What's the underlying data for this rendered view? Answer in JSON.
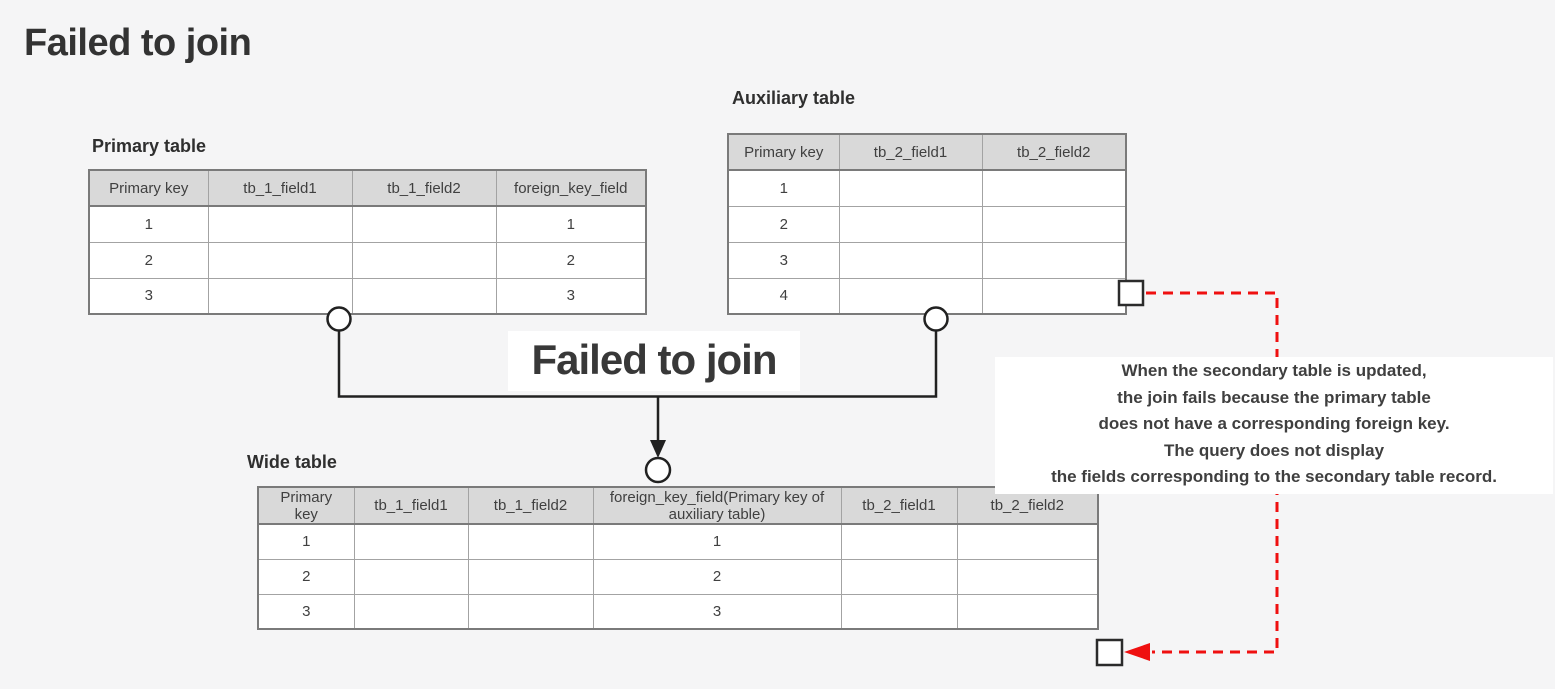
{
  "page": {
    "title": "Failed to join"
  },
  "center_label": {
    "text": "Failed to join"
  },
  "tables": {
    "primary": {
      "title": "Primary table",
      "headers": [
        "Primary key",
        "tb_1_field1",
        "tb_1_field2",
        "foreign_key_field"
      ],
      "rows": [
        [
          "1",
          "",
          "",
          "1"
        ],
        [
          "2",
          "",
          "",
          "2"
        ],
        [
          "3",
          "",
          "",
          "3"
        ]
      ]
    },
    "auxiliary": {
      "title": "Auxiliary table",
      "headers": [
        "Primary key",
        "tb_2_field1",
        "tb_2_field2"
      ],
      "rows": [
        [
          "1",
          "",
          ""
        ],
        [
          "2",
          "",
          ""
        ],
        [
          "3",
          "",
          ""
        ],
        [
          "4",
          "",
          ""
        ]
      ]
    },
    "wide": {
      "title": "Wide table",
      "headers": [
        "Primary key",
        "tb_1_field1",
        "tb_1_field2",
        "foreign_key_field(Primary key of auxiliary table)",
        "tb_2_field1",
        "tb_2_field2"
      ],
      "rows": [
        [
          "1",
          "",
          "",
          "1",
          "",
          ""
        ],
        [
          "2",
          "",
          "",
          "2",
          "",
          ""
        ],
        [
          "3",
          "",
          "",
          "3",
          "",
          ""
        ]
      ]
    }
  },
  "annotation": {
    "lines": [
      "When the secondary table is updated,",
      "the join fails because the primary table",
      "does not have a corresponding foreign key.",
      "The query does not display",
      "the fields corresponding to the secondary table record."
    ]
  },
  "colors": {
    "background": "#f5f5f6",
    "table_header_bg": "#d9d9d9",
    "table_border": "#7a7a7a",
    "connector_black": "#212121",
    "annotation_red": "#ef1010",
    "text_dark": "#3d3d3d"
  }
}
